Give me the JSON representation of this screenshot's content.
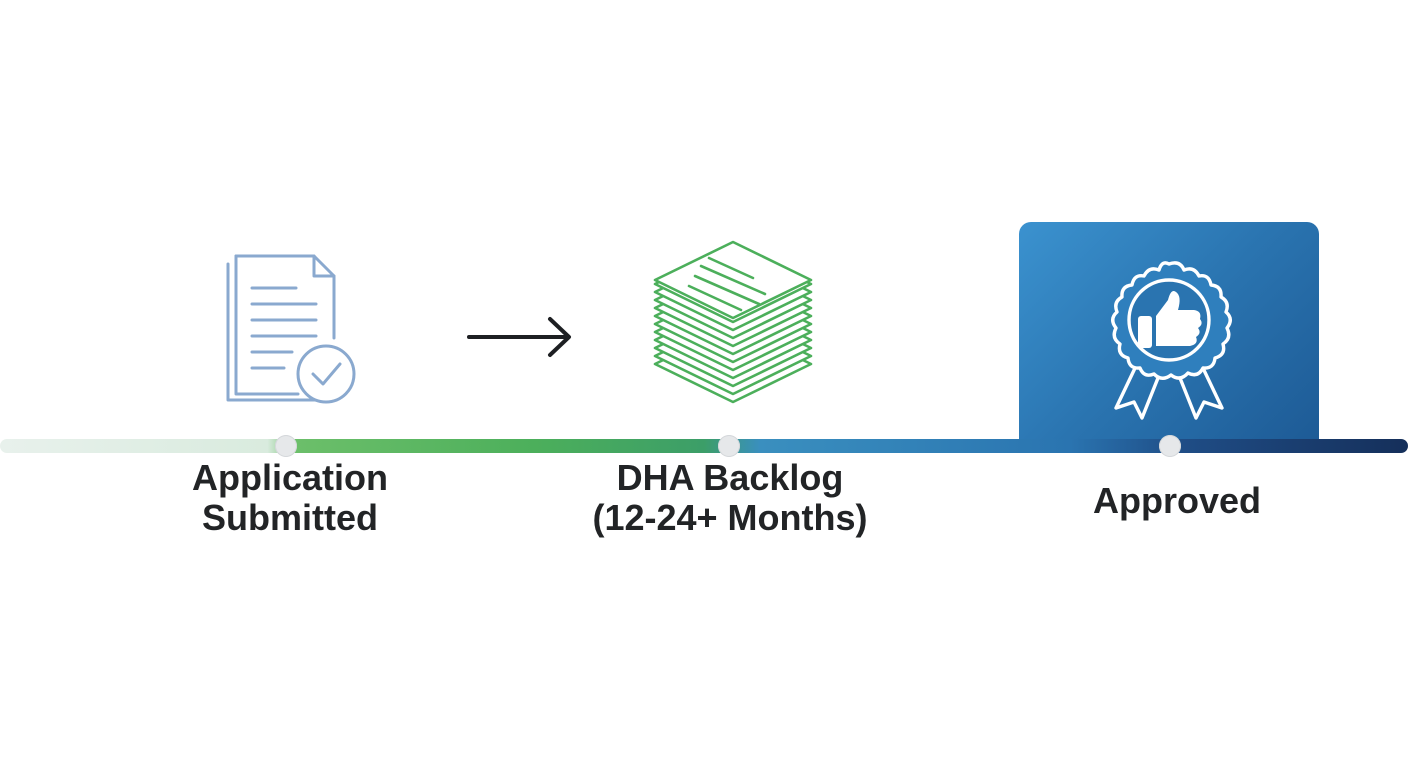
{
  "steps": [
    {
      "label": "Application\nSubmitted",
      "icon": "document-check-icon"
    },
    {
      "label": "DHA Backlog\n(12-24+ Months)",
      "icon": "paper-stack-icon"
    },
    {
      "label": "Approved",
      "icon": "award-thumbs-up-icon"
    }
  ],
  "connector_icon": "arrow-right-icon",
  "colors": {
    "document_icon": "#8aa9cf",
    "stack_icon": "#4caf5b",
    "approved_panel": "#2a74b0",
    "timeline_start": "#e8f1ec",
    "timeline_mid": "#4caf5b",
    "timeline_end": "#152f5a",
    "node": "#e6e8ea",
    "text": "#222426"
  }
}
